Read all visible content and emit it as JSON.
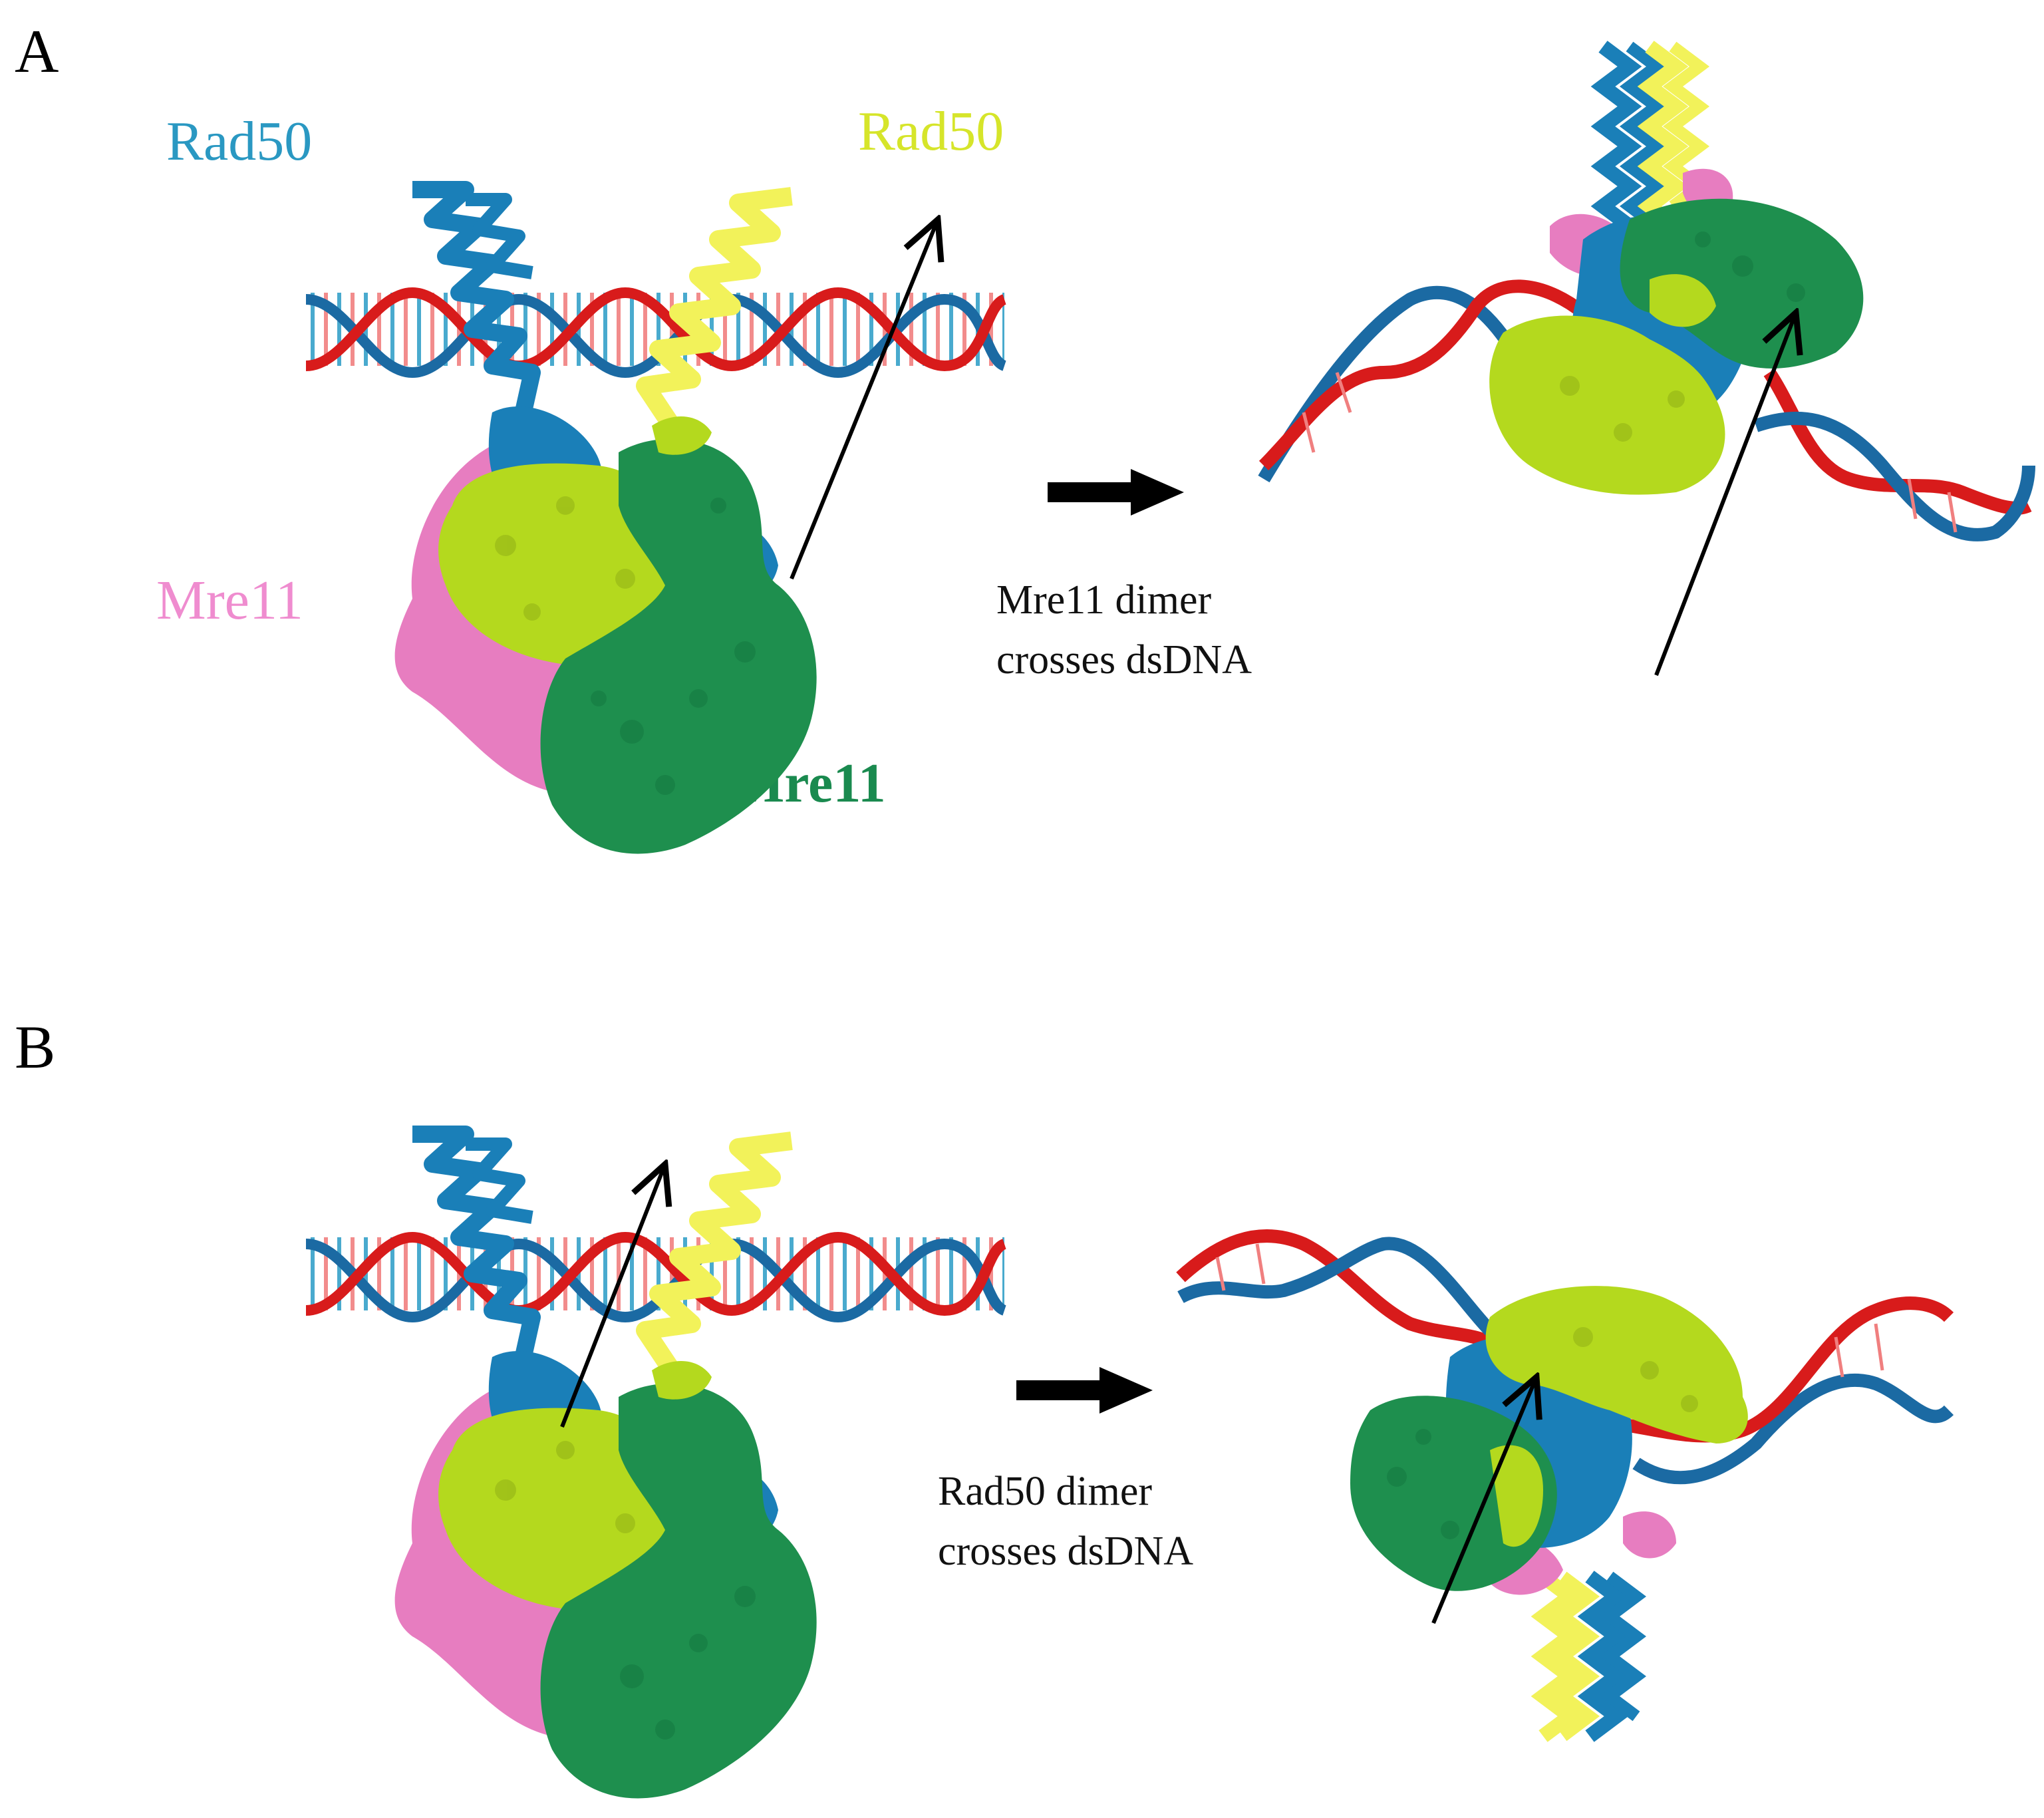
{
  "panels": [
    {
      "letter": "A",
      "labels": {
        "rad50_left": "Rad50",
        "rad50_right": "Rad50",
        "mre11_left": "Mre11",
        "mre11_right": "Mre11"
      },
      "caption": [
        "Mre11 dimer",
        "crosses dsDNA"
      ]
    },
    {
      "letter": "B",
      "caption": [
        "Rad50 dimer",
        "crosses dsDNA"
      ]
    }
  ],
  "colors": {
    "rad50_blue": "#1a7fb8",
    "rad50_yellow": "#f2f25a",
    "mre11_pink": "#e77dc0",
    "mre11_green": "#1e8f4e",
    "mre11_lime": "#b4d91e",
    "dna_red": "#d81b1b",
    "dna_blue": "#1b6aa3",
    "label_rad50_blue": "#2a98c2",
    "label_rad50_yellow": "#d6e52a",
    "label_mre11_pink": "#ef8ccf",
    "label_mre11_green": "#1a8a4f"
  }
}
